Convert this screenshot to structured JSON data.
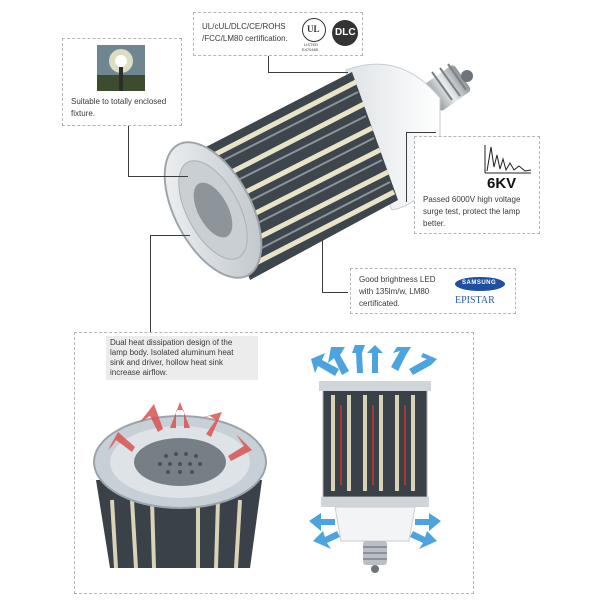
{
  "callouts": {
    "certification": {
      "line1": "UL/cUL/DLC/CE/ROHS",
      "line2": "/FCC/LM80 certification.",
      "ul_mark": "UL",
      "ul_caption": "LISTED",
      "ul_code": "E470465",
      "dlc_mark": "DLC"
    },
    "enclosed": {
      "line1": "Suitable to totally enclosed",
      "line2": "fixture."
    },
    "surge": {
      "badge": "6KV",
      "line1": "Passed 6000V high voltage",
      "line2": "surge test, protect the lamp",
      "line3": "better."
    },
    "brightness": {
      "line1": "Good brightness LED",
      "line2": "with 135lm/w, LM80",
      "line3": "certificated.",
      "brand1": "SAMSUNG",
      "brand2": "EPISTAR"
    },
    "heat": {
      "line1": "Dual heat dissipation design of the",
      "line2": "lamp body. Isolated aluminum heat",
      "line3": "sink and driver, hollow heat sink",
      "line4": "increase airflow."
    }
  },
  "colors": {
    "text": "#3a3a3a",
    "line": "#3c3c3c",
    "arrow_blue": "#4da3dc",
    "arrow_red": "#d9534f",
    "samsung_blue": "#1e4fa0",
    "epistar_blue": "#2a5ea8"
  }
}
